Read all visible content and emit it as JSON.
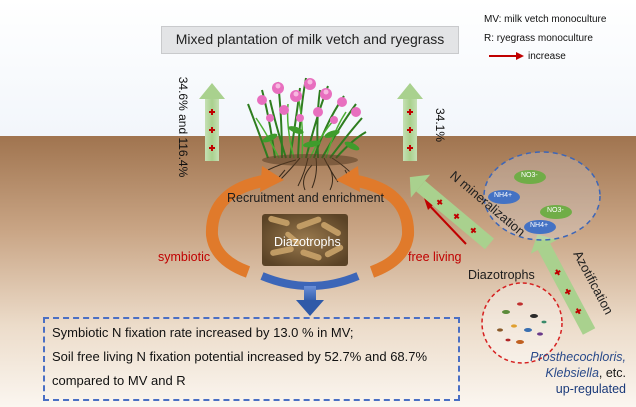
{
  "title": "Mixed plantation of milk vetch and ryegrass",
  "legend": {
    "mv": "MV: milk vetch monoculture",
    "r": "R:  ryegrass monoculture",
    "increase": "increase",
    "arrow_color": "#c00000"
  },
  "left_increase": "34.6% and 116.4%",
  "right_increase": "34.1%",
  "recruitment": "Recruitment and enrichment",
  "diazotrophs_center": "Diazotrophs",
  "symbiotic": "symbiotic",
  "free_living": "free living",
  "n_mineralization": "N mineralization",
  "azotification": "Azotification",
  "diazotrophs_right": "Diazotrophs",
  "ions": [
    "NO3-",
    "NH4+",
    "NO3-",
    "NH4+"
  ],
  "results": {
    "line1": "Symbiotic N fixation rate increased by 13.0 % in MV;",
    "line2": "Soil free living N fixation potential increased by 52.7% and 68.7%",
    "line3": "compared to MV and R"
  },
  "genera": {
    "g1": "Prosthecochloris,",
    "g2": "Klebsiella",
    "g2_suffix": ", etc.",
    "g3": "up-regulated"
  },
  "colors": {
    "accent_red": "#c00000",
    "green_arrow": "#a9d18e",
    "orange_arrow": "#e07a2b",
    "blue_arrow": "#4472c4",
    "soil": "#a67c58"
  }
}
